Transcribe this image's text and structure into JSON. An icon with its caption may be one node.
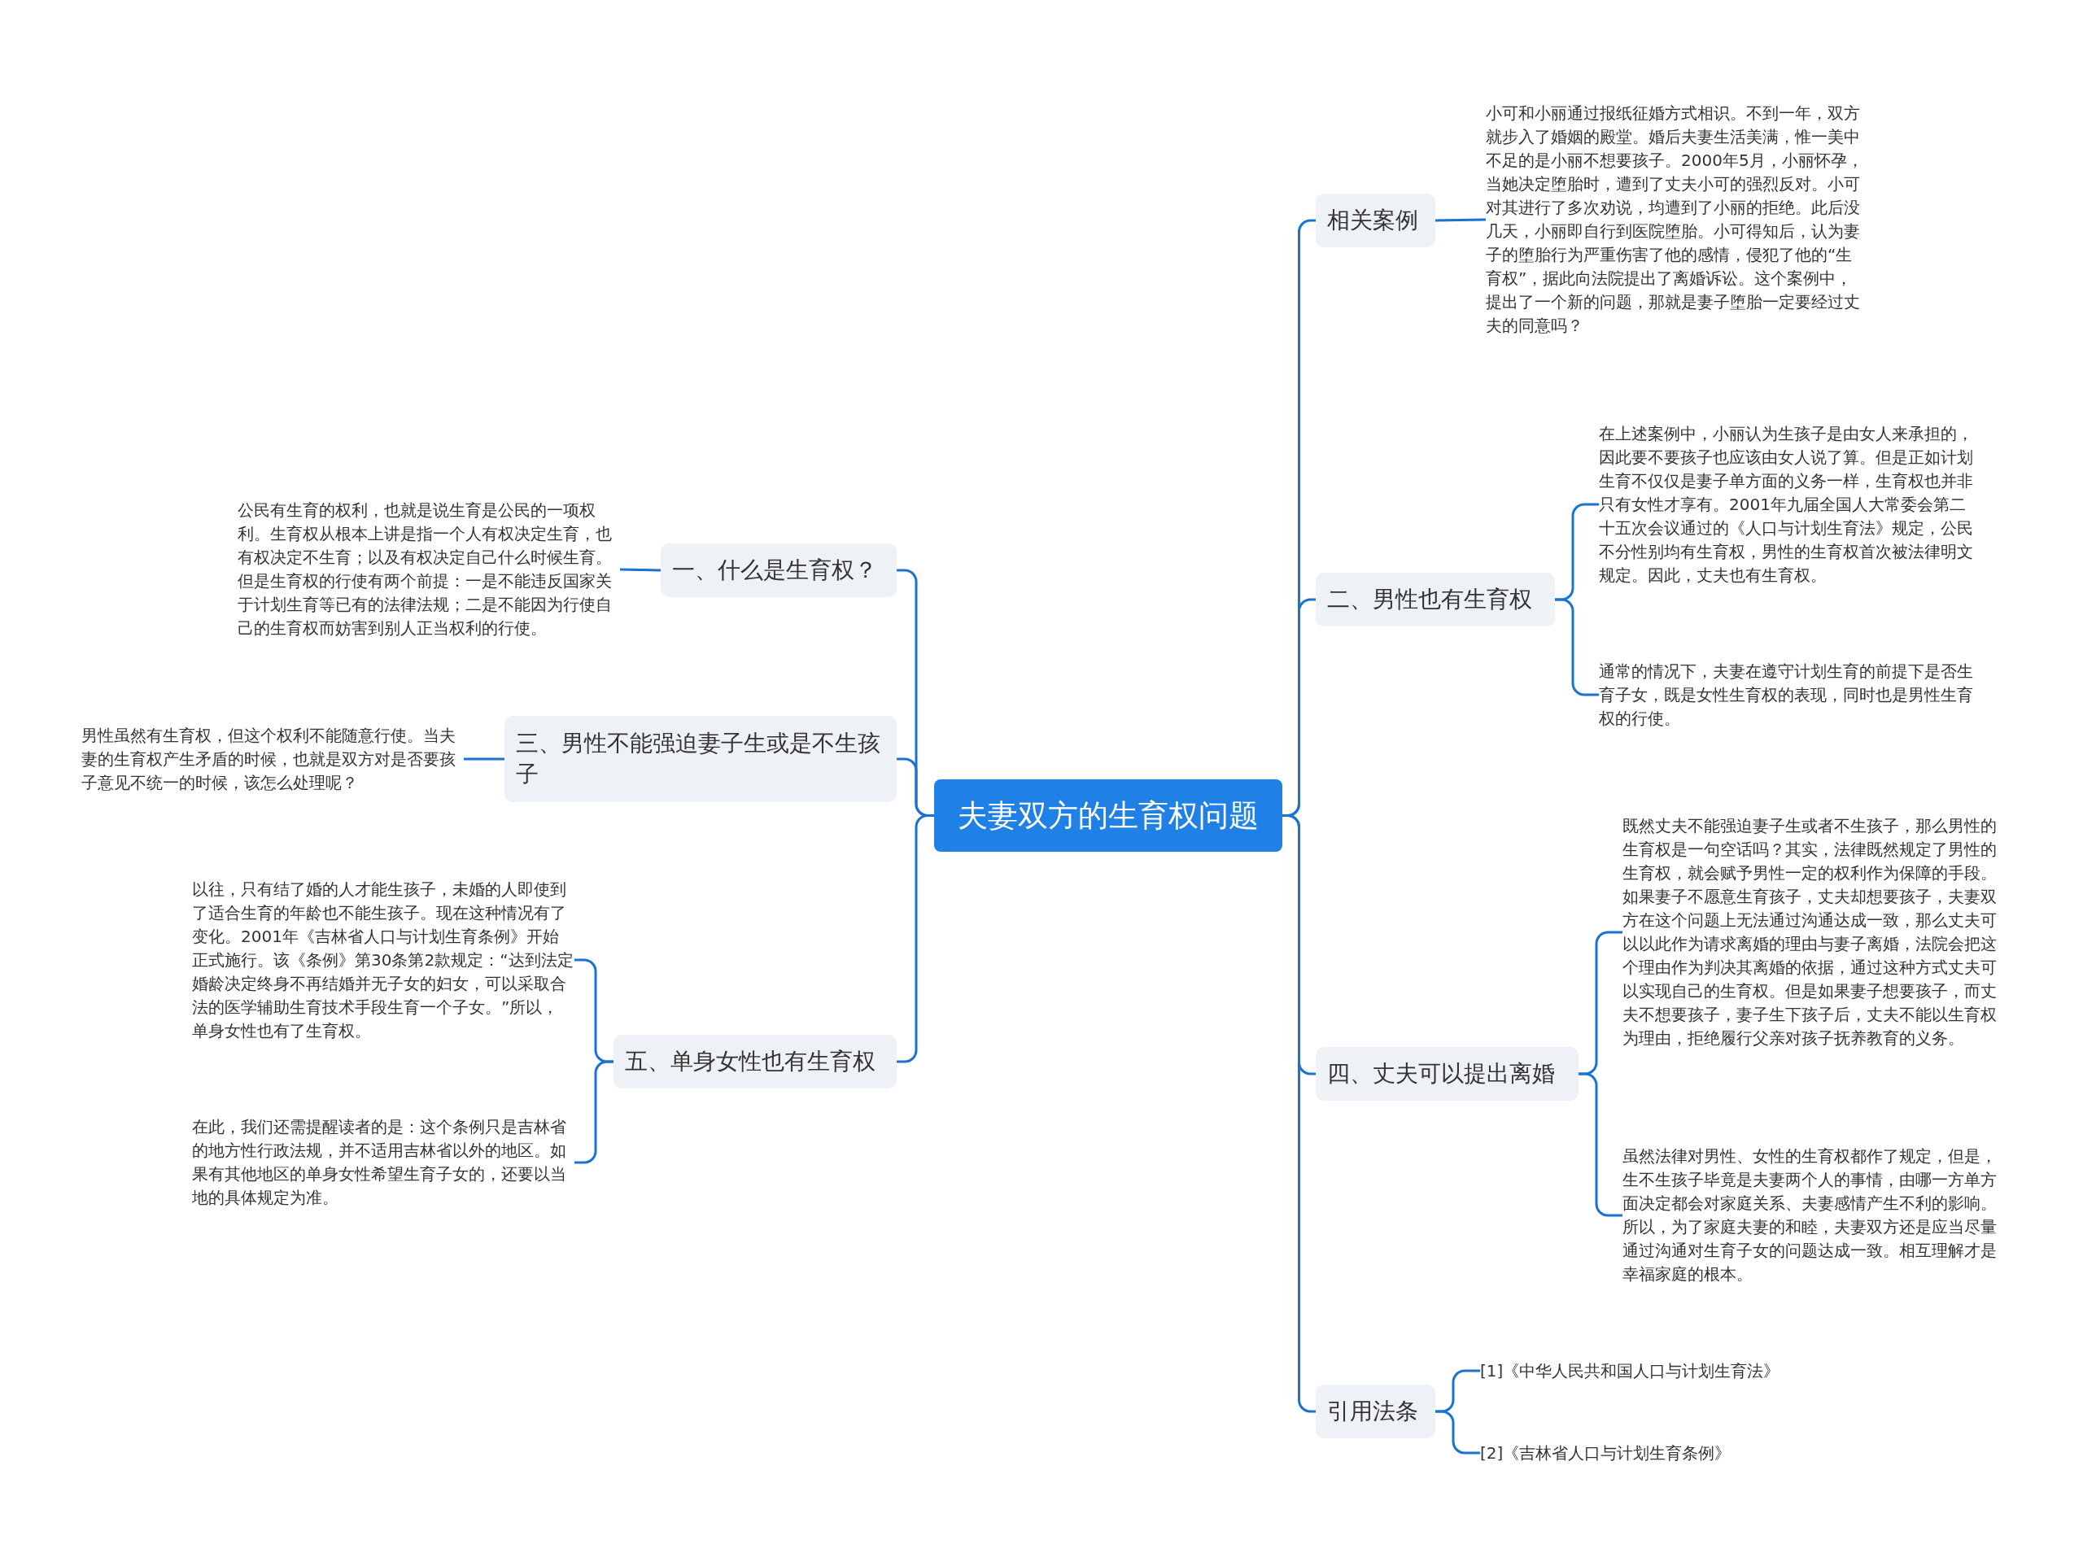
{
  "diagram": {
    "nodes": [
      {
        "text": [
          "夫妻双方的生育权问题"
        ]
      },
      {
        "text": [
          "相关案例"
        ]
      },
      {
        "text": [
          "小可和小丽通过报纸征婚方式相识。不到一年，双方就步入了婚姻的殿堂。婚后夫妻生活美满，惟一美中不足的是小丽不想要孩子。2000年5月，小丽怀孕，当她决定堕胎时，遭到了丈夫小可的强烈反对。小可对其进行了多次劝说，均遭到了小丽的拒绝。此后没几天，小丽即自行到医院堕胎。小可得知后，认为妻子的堕胎行为严重伤害了他的感情，侵犯了他的“生育权”，据此向法院提出了离婚诉讼。这个案例中，提出了一个新的问题，那就是妻子堕胎一定要经过丈夫的同意吗？"
        ]
      },
      {
        "text": [
          "二、男性也有生育权"
        ]
      },
      {
        "text": [
          "在上述案例中，小丽认为生孩子是由女人来承担的，因此要不要孩子也应该由女人说了算。但是正如计划生育不仅仅是妻子单方面的义务一样，生育权也并非只有女性才享有。2001年九届全国人大常委会第二十五次会议通过的《人口与计划生育法》规定，公民不分性别均有生育权，男性的生育权首次被法律明文规定。因此，丈夫也有生育权。"
        ]
      },
      {
        "text": [
          "通常的情况下，夫妻在遵守计划生育的前提下是否生育子女，既是女性生育权的表现，同时也是男性生育权的行使。"
        ]
      },
      {
        "text": [
          "四、丈夫可以提出离婚"
        ]
      },
      {
        "text": [
          "既然丈夫不能强迫妻子生或者不生孩子，那么男性的生育权是一句空话吗？其实，法律既然规定了男性的生育权，就会赋予男性一定的权利作为保障的手段。如果妻子不愿意生育孩子，丈夫却想要孩子，夫妻双方在这个问题上无法通过沟通达成一致，那么丈夫可以以此作为请求离婚的理由与妻子离婚，法院会把这个理由作为判决其离婚的依据，通过这种方式丈夫可以实现自己的生育权。但是如果妻子想要孩子，而丈夫不想要孩子，妻子生下孩子后，丈夫不能以生育权为理由，拒绝履行父亲对孩子抚养教育的义务。"
        ]
      },
      {
        "text": [
          "虽然法律对男性、女性的生育权都作了规定，但是，生不生孩子毕竟是夫妻两个人的事情，由哪一方单方面决定都会对家庭关系、夫妻感情产生不利的影响。所以，为了家庭夫妻的和睦，夫妻双方还是应当尽量通过沟通对生育子女的问题达成一致。相互理解才是幸福家庭的根本。"
        ]
      },
      {
        "text": [
          "引用法条"
        ]
      },
      {
        "text": [
          "[1]《中华人民共和国人口与计划生育法》"
        ]
      },
      {
        "text": [
          "[2]《吉林省人口与计划生育条例》"
        ]
      },
      {
        "text": [
          "一、什么是生育权？"
        ]
      },
      {
        "text": [
          "公民有生育的权利，也就是说生育是公民的一项权利。生育权从根本上讲是指一个人有权决定生育，也有权决定不生育；以及有权决定自己什么时候生育。但是生育权的行使有两个前提：一是不能违反国家关于计划生育等已有的法律法规；二是不能因为行使自己的生育权而妨害到别人正当权利的行使。"
        ]
      },
      {
        "text": [
          "三、男性不能强迫妻子生或是不生孩子"
        ]
      },
      {
        "text": [
          "男性虽然有生育权，但这个权利不能随意行使。当夫妻的生育权产生矛盾的时候，也就是双方对是否要孩子意见不统一的时候，该怎么处理呢？"
        ]
      },
      {
        "text": [
          "五、单身女性也有生育权"
        ]
      },
      {
        "text": [
          "以往，只有结了婚的人才能生孩子，未婚的人即使到了适合生育的年龄也不能生孩子。现在这种情况有了变化。2001年《吉林省人口与计划生育条例》开始正式施行。该《条例》第30条第2款规定：“达到法定婚龄决定终身不再结婚并无子女的妇女，可以采取合法的医学辅助生育技术手段生育一个子女。”所以，单身女性也有了生育权。"
        ]
      },
      {
        "text": [
          "在此，我们还需提醒读者的是：这个条例只是吉林省的地方性行政法规，并不适用吉林省以外的地区。如果有其他地区的单身女性希望生育子女的，还要以当地的具体规定为准。"
        ]
      }
    ],
    "edges": [
      {
        "from": 0,
        "to": 1,
        "arrow": "none"
      },
      {
        "from": 1,
        "to": 2,
        "arrow": "none"
      },
      {
        "from": 0,
        "to": 3,
        "arrow": "none"
      },
      {
        "from": 3,
        "to": 4,
        "arrow": "none"
      },
      {
        "from": 3,
        "to": 5,
        "arrow": "none"
      },
      {
        "from": 0,
        "to": 6,
        "arrow": "none"
      },
      {
        "from": 6,
        "to": 7,
        "arrow": "none"
      },
      {
        "from": 6,
        "to": 8,
        "arrow": "none"
      },
      {
        "from": 0,
        "to": 9,
        "arrow": "none"
      },
      {
        "from": 9,
        "to": 10,
        "arrow": "none"
      },
      {
        "from": 9,
        "to": 11,
        "arrow": "none"
      },
      {
        "from": 0,
        "to": 12,
        "arrow": "none"
      },
      {
        "from": 12,
        "to": 13,
        "arrow": "none"
      },
      {
        "from": 0,
        "to": 14,
        "arrow": "none"
      },
      {
        "from": 14,
        "to": 15,
        "arrow": "none"
      },
      {
        "from": 0,
        "to": 16,
        "arrow": "none"
      },
      {
        "from": 16,
        "to": 17,
        "arrow": "none"
      },
      {
        "from": 16,
        "to": 18,
        "arrow": "none"
      }
    ]
  }
}
